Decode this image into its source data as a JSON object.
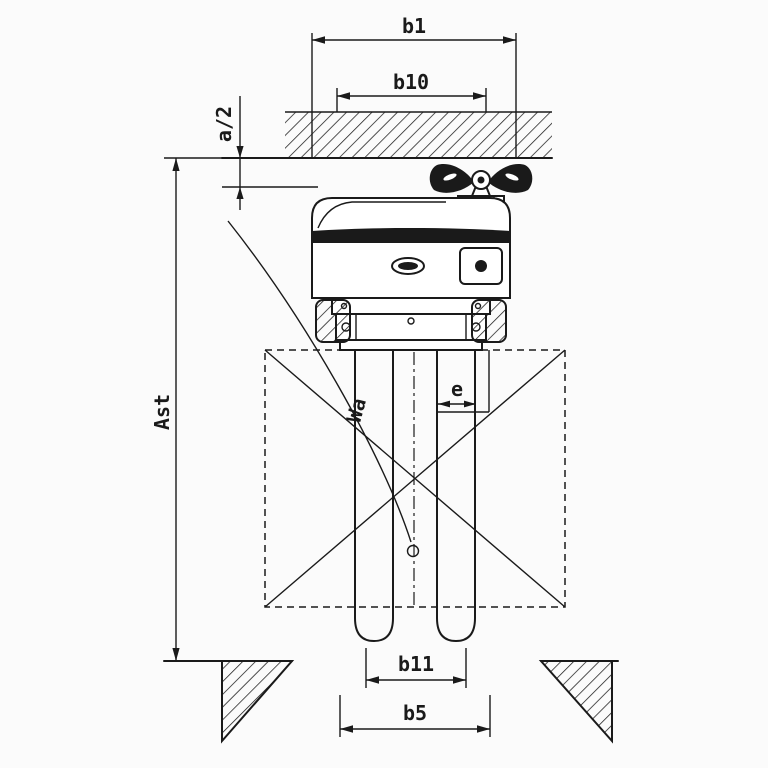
{
  "figure": {
    "labels": {
      "b1": "b1",
      "b10": "b10",
      "a_half": "a/2",
      "ast": "Ast",
      "wa": "Wa",
      "e": "e",
      "b11": "b11",
      "b5": "b5"
    },
    "colors": {
      "line": "#1a1a1a",
      "background": "#fbfbfb",
      "hatch": "#1a1a1a"
    }
  }
}
